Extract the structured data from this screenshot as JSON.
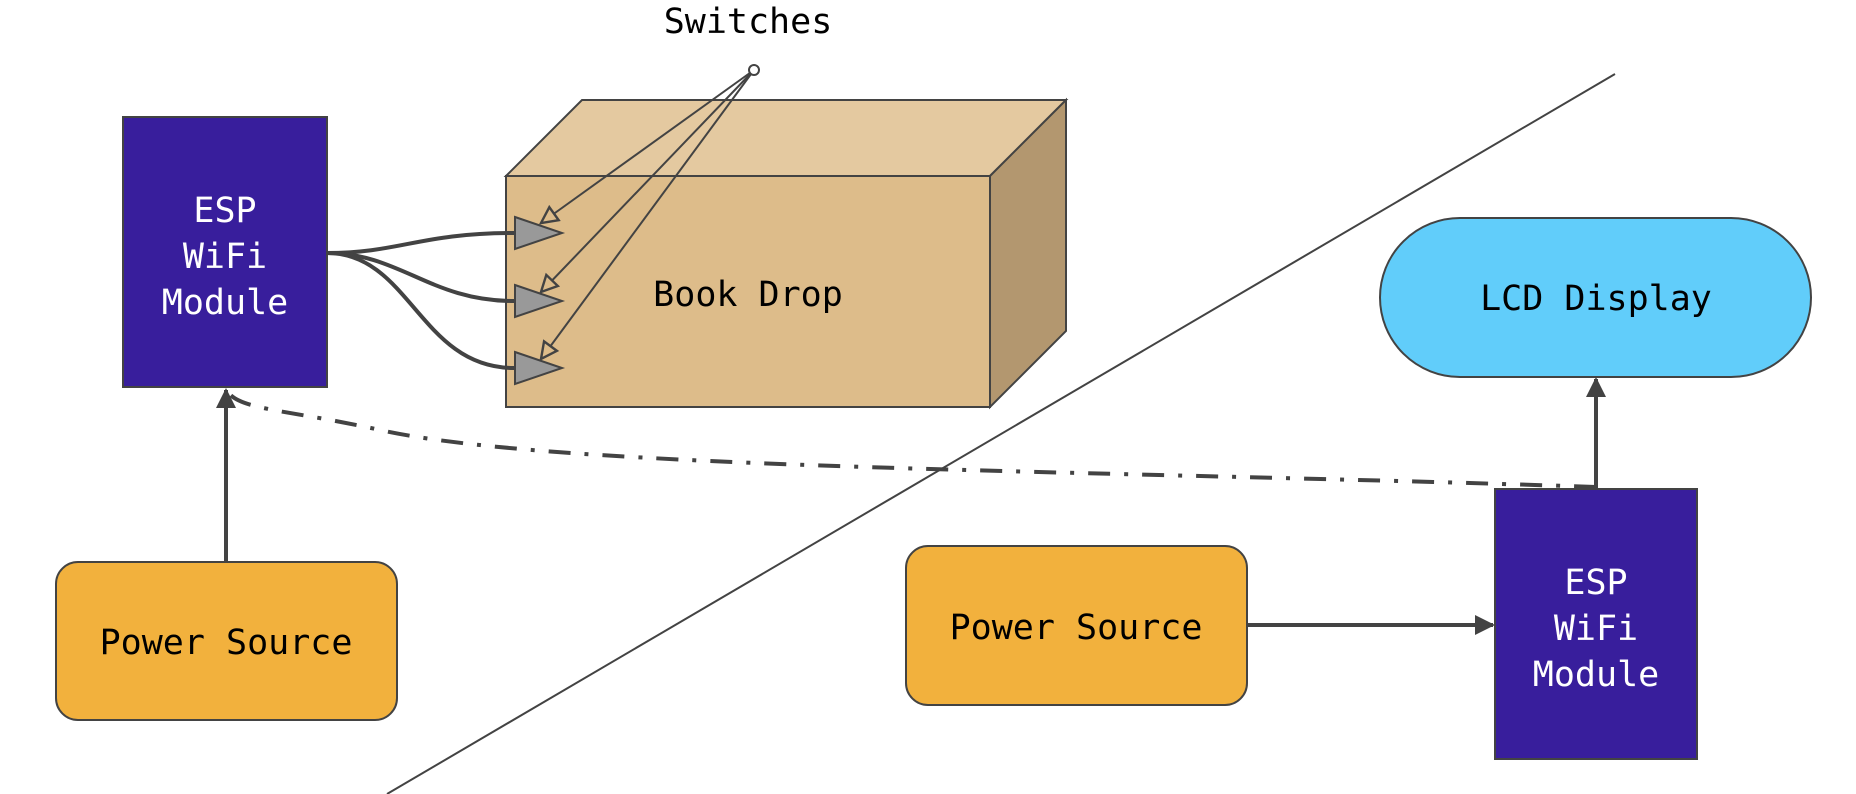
{
  "diagram": {
    "switches_label": "Switches",
    "book_drop_label": "Book Drop",
    "left_module": {
      "lines": [
        "ESP",
        "WiFi",
        "Module"
      ]
    },
    "right_module": {
      "lines": [
        "ESP",
        "WiFi",
        "Module"
      ]
    },
    "left_power_label": "Power Source",
    "right_power_label": "Power Source",
    "lcd_label": "LCD Display",
    "switch_count": 3,
    "colors": {
      "module": "#381E9C",
      "power": "#F2B13D",
      "lcd": "#61CDFA",
      "box_front": "#DDBC8A",
      "box_top": "#E4C9A0",
      "box_side": "#B3976F",
      "switch": "#999999",
      "stroke": "#434343"
    },
    "connections": [
      {
        "from": "left-power-source",
        "to": "left-esp-module",
        "style": "solid-arrow"
      },
      {
        "from": "left-esp-module",
        "to": "switches",
        "style": "curved-wires"
      },
      {
        "from": "right-esp-module",
        "to": "left-esp-module",
        "style": "dash-dot-arrow"
      },
      {
        "from": "right-power-source",
        "to": "right-esp-module",
        "style": "solid-arrow"
      },
      {
        "from": "right-esp-module",
        "to": "lcd-display",
        "style": "solid-arrow"
      }
    ]
  }
}
